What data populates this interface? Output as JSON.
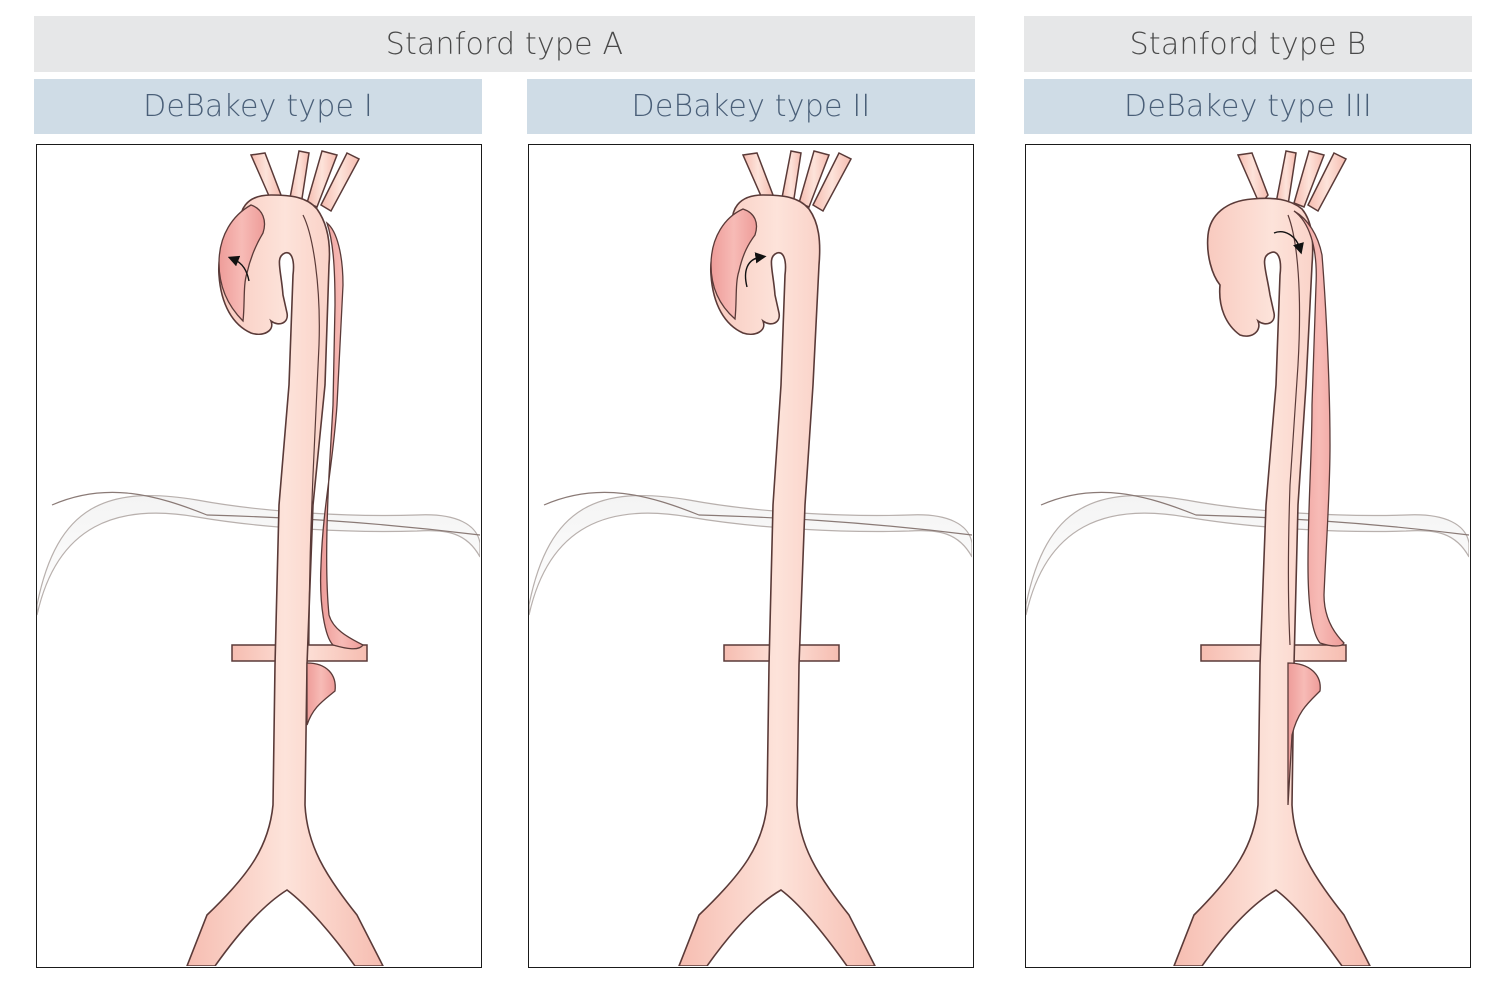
{
  "headers": {
    "stanford_a": "Stanford type A",
    "stanford_b": "Stanford type B",
    "debakey_1": "DeBakey type I",
    "debakey_2": "DeBakey type II",
    "debakey_3": "DeBakey type III"
  },
  "colors": {
    "stanford_band": "#e6e7e8",
    "debakey_band": "#cfdce6",
    "aorta_lumen": "#f9cfc4",
    "false_lumen": "#f1a7a3",
    "outline": "#5a3a38"
  }
}
